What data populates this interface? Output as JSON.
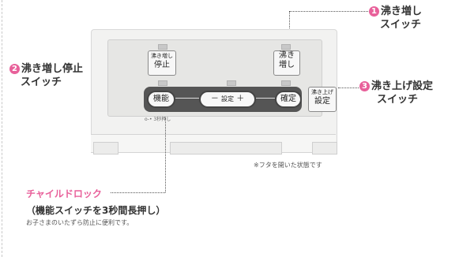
{
  "callouts": {
    "c1": {
      "num": "1",
      "line1": "沸き増し",
      "line2": "スイッチ"
    },
    "c2": {
      "num": "2",
      "line1": "沸き増し停止",
      "line2": "スイッチ"
    },
    "c3": {
      "num": "3",
      "line1": "沸き上げ設定",
      "line2": "スイッチ"
    }
  },
  "panel": {
    "stop_btn_l1": "沸き増し",
    "stop_btn_l2": "停止",
    "reheat_btn_l1": "沸き",
    "reheat_btn_l2": "増し",
    "setting_btn_l1": "沸き上げ",
    "setting_btn_l2": "設定",
    "func_btn": "機能",
    "minus": "－",
    "setting_label": "設定",
    "plus": "＋",
    "confirm_btn": "確定",
    "lock_hint": "o-• 3秒押し"
  },
  "note": "※フタを開いた状態です",
  "child_lock": {
    "title": "チャイルドロック",
    "subtitle": "（機能スイッチを3秒間長押し）",
    "desc": "お子さまのいたずら防止に便利です。"
  },
  "colors": {
    "accent_pink": "#e8609a",
    "dark_bar": "#555555"
  }
}
